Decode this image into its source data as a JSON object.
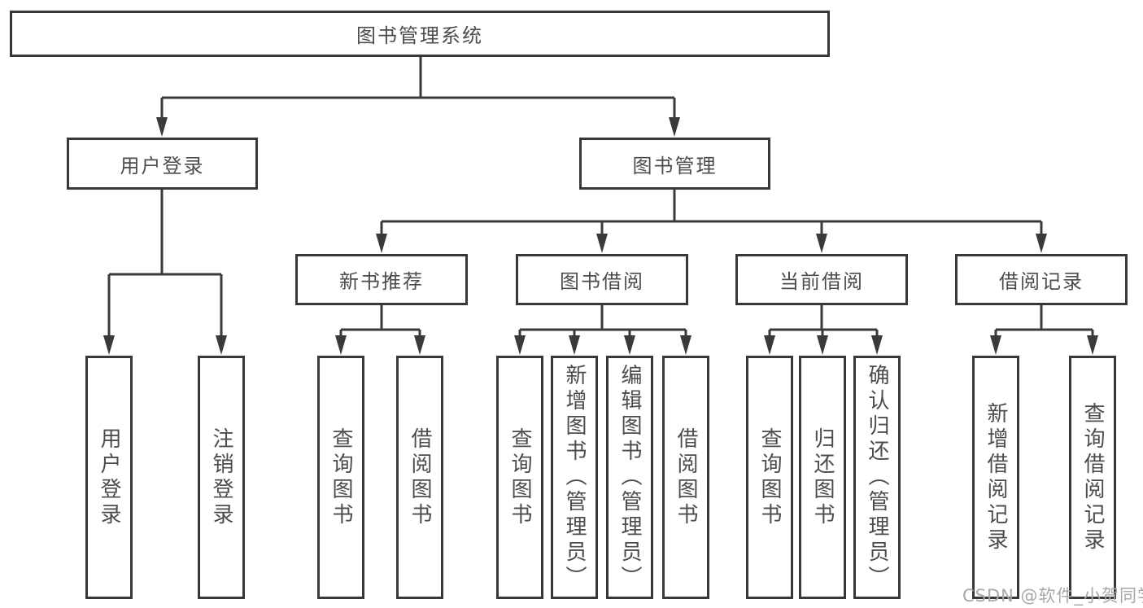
{
  "diagram": {
    "title": "图书管理系统",
    "root": {
      "label": "图书管理系统"
    },
    "level2": [
      {
        "label": "用户登录"
      },
      {
        "label": "图书管理"
      }
    ],
    "level3": [
      {
        "label": "新书推荐"
      },
      {
        "label": "图书借阅"
      },
      {
        "label": "当前借阅"
      },
      {
        "label": "借阅记录"
      }
    ],
    "leaves": {
      "user_login": [
        "用户登录",
        "注销登录"
      ],
      "new_books": [
        "查询图书",
        "借阅图书"
      ],
      "borrow": [
        "查询图书",
        "新增图书（管理员）",
        "编辑图书（管理员）",
        "借阅图书"
      ],
      "current": [
        "查询图书",
        "归还图书",
        "确认归还（管理员）"
      ],
      "records": [
        "新增借阅记录",
        "查询借阅记录"
      ]
    },
    "watermark": "CSDN @软件_小贺同学"
  },
  "colors": {
    "line": "#3a3a3a",
    "border": "#383838",
    "text": "#4c4c4c",
    "watermark": "#a8a8a8",
    "background": "#ffffff"
  }
}
